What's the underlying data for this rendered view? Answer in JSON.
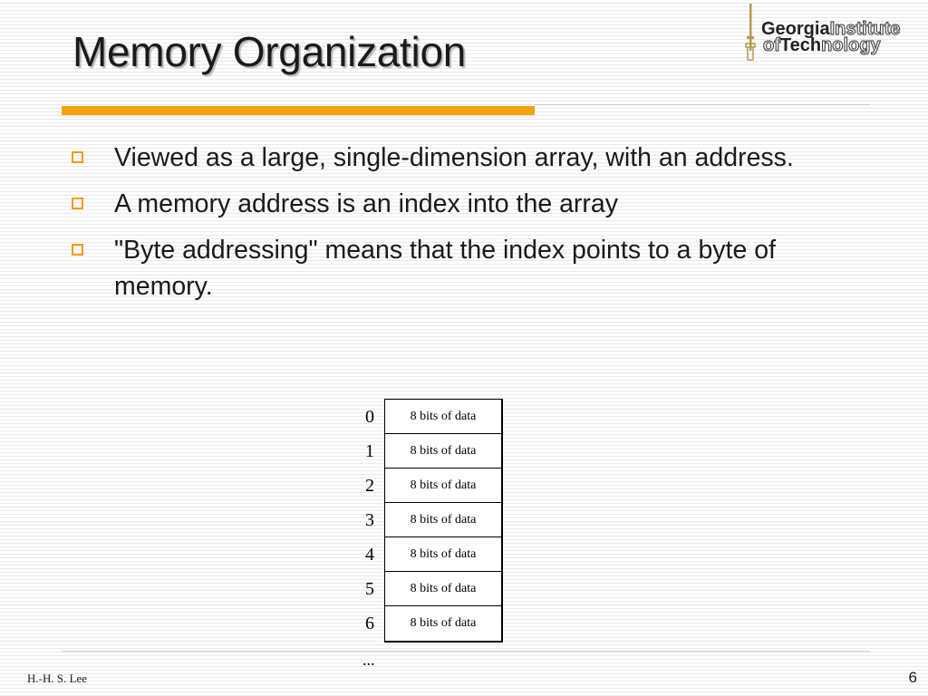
{
  "slide": {
    "title": "Memory Organization",
    "bullets": [
      "Viewed as a large, single-dimension array, with an address.",
      "A memory address is an index into the array",
      "\"Byte addressing\" means that the index points to a byte of memory."
    ]
  },
  "logo": {
    "line1_bold": "Georgia",
    "line1_outline": "Institute",
    "line2_outline_a": "of",
    "line2_bold": "Tech",
    "line2_outline_b": "nology"
  },
  "memory": {
    "indices": [
      "0",
      "1",
      "2",
      "3",
      "4",
      "5",
      "6"
    ],
    "cells": [
      "8 bits of data",
      "8 bits of data",
      "8 bits of data",
      "8 bits of data",
      "8 bits of data",
      "8 bits of data",
      "8 bits of data"
    ],
    "continuation": "..."
  },
  "footer": {
    "author": "H.-H. S. Lee",
    "page_number": "6"
  },
  "colors": {
    "accent": "#f5a20f",
    "bullet_box": "#f29a11"
  }
}
